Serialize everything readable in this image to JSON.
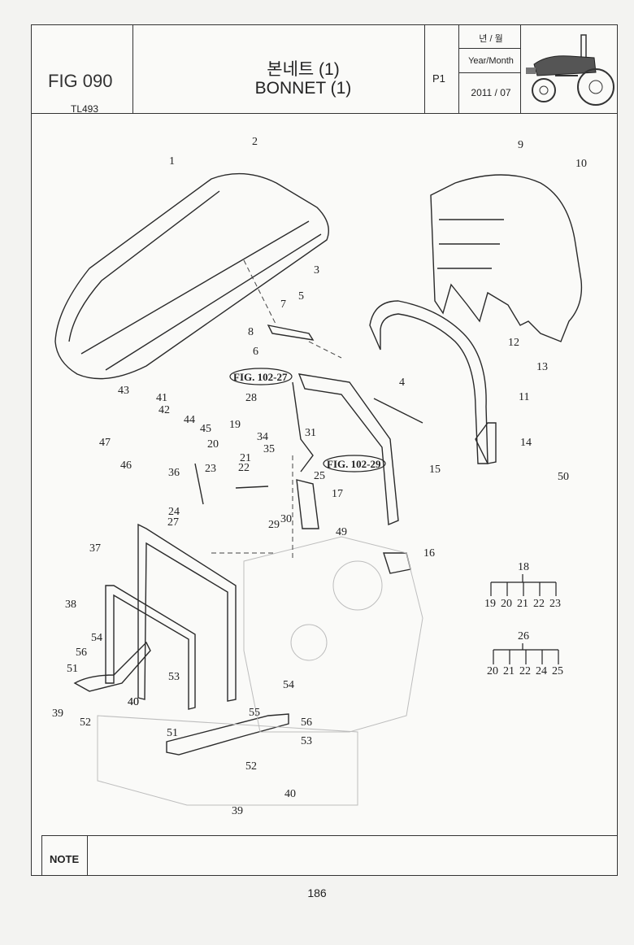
{
  "header": {
    "fig": "FIG 090",
    "model": "TL493",
    "title_ko": "본네트 (1)",
    "title_en": "BONNET (1)",
    "page": "P1",
    "year_month_ko": "년 / 월",
    "year_month_en": "Year/Month",
    "year_month_value": "2011 / 07"
  },
  "diagram": {
    "part_numbers": [
      "1",
      "2",
      "3",
      "4",
      "5",
      "6",
      "7",
      "8",
      "9",
      "10",
      "11",
      "12",
      "13",
      "14",
      "15",
      "16",
      "17",
      "18",
      "19",
      "20",
      "21",
      "22",
      "23",
      "24",
      "25",
      "26",
      "27",
      "28",
      "29",
      "30",
      "31",
      "34",
      "35",
      "36",
      "37",
      "38",
      "39",
      "40",
      "41",
      "42",
      "43",
      "44",
      "45",
      "46",
      "47",
      "49",
      "50",
      "51",
      "52",
      "53",
      "54",
      "55",
      "56"
    ],
    "fig_refs": [
      "FIG. 102-27",
      "FIG. 102-29"
    ],
    "group_18": {
      "label": "18",
      "members": [
        "19",
        "20",
        "21",
        "22",
        "23"
      ]
    },
    "group_26": {
      "label": "26",
      "members": [
        "20",
        "21",
        "22",
        "24",
        "25"
      ]
    }
  },
  "footer": {
    "note_label": "NOTE",
    "page_number": "186"
  }
}
